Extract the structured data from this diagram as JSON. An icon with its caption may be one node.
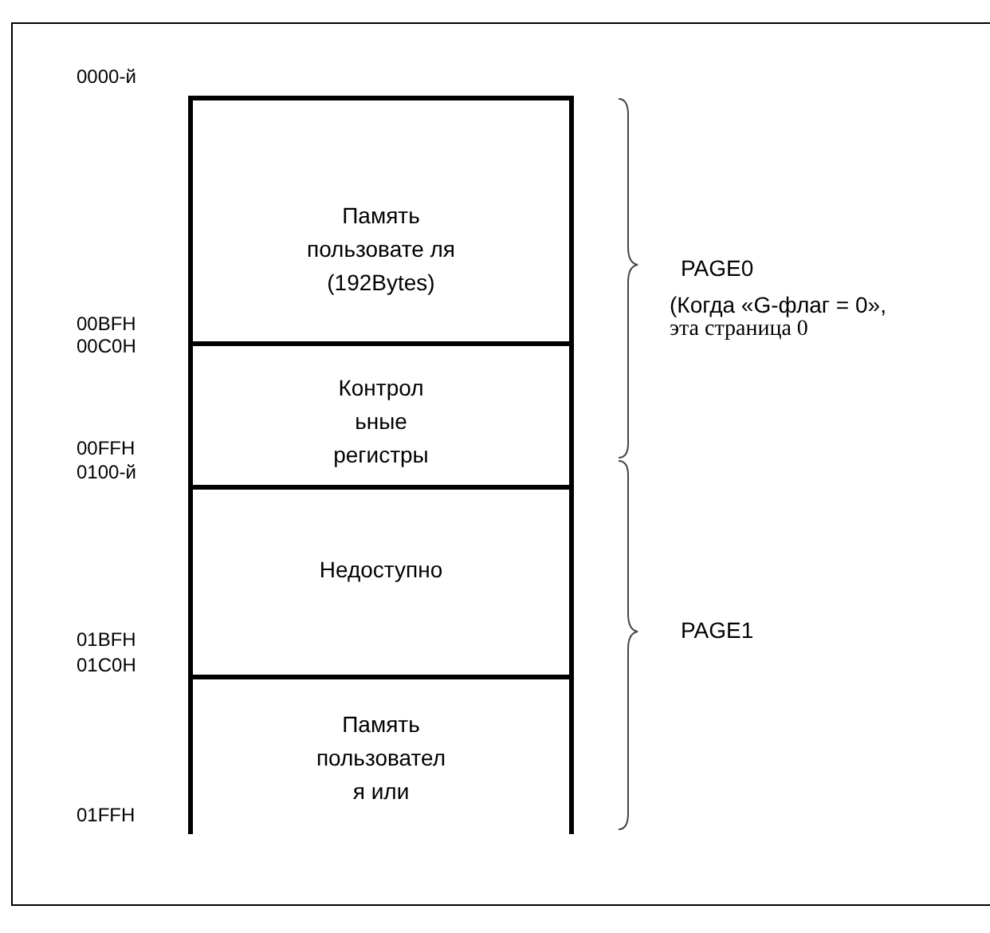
{
  "diagram": {
    "nodes": [
      {
        "text": [
          "Память пользовате ля (192Bytes)"
        ]
      },
      {
        "text": [
          "Контрол ьные регистры"
        ]
      },
      {
        "text": [
          "Недоступно"
        ]
      },
      {
        "text": [
          "Память пользовател я или"
        ]
      }
    ],
    "labels": [
      "0000-й",
      "00BFH",
      "00C0H",
      "00FFH",
      "0100-й",
      "01BFH",
      "01C0H",
      "01FFH",
      "PAGE0",
      "(Когда «G-флаг = 0»,",
      "эта страница 0",
      "PAGE1"
    ]
  }
}
